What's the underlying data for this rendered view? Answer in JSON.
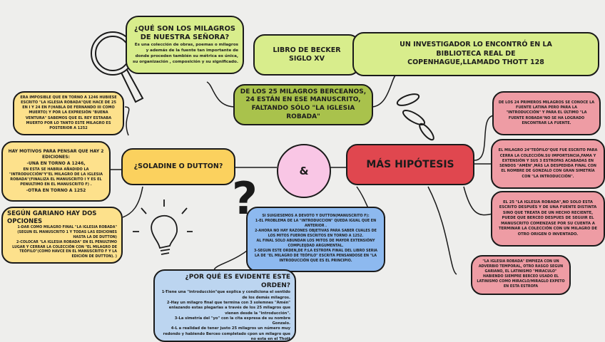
{
  "center": {
    "label": "&",
    "color": "#f9c6e5"
  },
  "soladine": {
    "label": "¿SOLADINE O DUTTON?",
    "color": "#fbd15e"
  },
  "hipotesis": {
    "label": "MÁS HIPÓTESIS",
    "color": "#e0474f"
  },
  "que_son": {
    "title": "¿QUÉ SON LOS MILAGROS DE NUESTRA SEÑORA?",
    "text": "Es una colección de obras, poemas o milagros y además de la fuente tan importante de donde proceden también su métrica es única, su organización , composición y su significado."
  },
  "becker": {
    "line1": "LIBRO DE BECKER",
    "line2": "SIGLO XV"
  },
  "investigador": {
    "text": "UN INVESTIGADOR LO ENCONTRÓ EN LA BIBLIOTECA REAL DE COPENHAGUE,LLAMADO THOTT 128"
  },
  "veinticinco": {
    "text": "DE LOS 25 MILAGROS BERCEANOS, 24 ESTÁN EN ESE MANUSCRITO, FALTANDO SÓLO \"LA IGLESIA ROBADA\""
  },
  "left": {
    "imposible": "ERA IMPOSIBLE QUE EN TORNO A 1246 HUBIESE ESCRITO \"LA IGLESIA ROBADA\"QUE HACE DE 25 EN I Y 24 EN F(HABLA DE FERNANDO III COMO MUERTO) Y POR LA EXPRESIÓN \"BUENA VENTURA\" SABEMOS QUE EL REY ESTAABA MUERTO POR LO TANTO ESTE MILAGRO ES POSTERIOR A 1252",
    "motivos": [
      "HAY MOTIVOS PARA PENSAR QUE HAY 2 EDICIONES:",
      "-UNA EN TORNO A 1246,",
      "EN ESTA SE HABRIA AÑADIDO LA \"INTRODUCCIÓN\"Y\"EL MILAGRO DE LA IGLESIA ROBADA\"(FINALIZA EL MANUSCRITO I Y ES EL PENULTIMO EN EL MANUSCRITO F) .",
      "-OTRA EN TORNO A 1252"
    ],
    "gariano_title": "SEGÚN GARIANO HAY DOS OPCIONES",
    "gariano_text": [
      "1-DAR COMO MILAGRO FINAL \"LA IGLESIA ROBADA\"(SEGUN EL MANUSCRITO 1 Y TODAS LAS EDICIONES HASTA LA DE DUTTON)",
      "2-COLOCAR \"LA IGLESIA ROBADA\" EN EL PENULTIMO LUGAR Y CERRAR LA COLECCIÓN CON \"EL MILAGRO DE TEÓFILO\"(COMO HAVCE EN EL MANUSCRITO F Y LA EDICIÓN DE DUTTON). )"
    ]
  },
  "blue": [
    "SI SUIGIESEMOS A DEVOTO Y DUTTON(MANUSCRITO F):",
    "1-EL PROBLEMA DE LA \"INTRODUCCION\" QUEDA IGUAL QUE EN ANTERIOR .",
    "2-AHORA NO HAY RAZONES OBJETIVAS PARA SABER CUALES DE LOS MITOS FUERON ESCRITOS EN TORNO A 1252.",
    "AL FINAL SOLO ABUNDAN LOS MITOS DE MAYOR EXTENSIÓNY COMPLEIJDAD ARGUMENTAL.",
    "3-SEGUN ESTE ORDEN,DE F:LA ESTROFA FINAL DEL LIBRO SERIA LA DE \"EL MILAGRO DE TEÓFILO\" ESCRITA PENSANDOSE EN \"LA INTRODUCCIÓN QUE ES EL PRINCIPIO."
  ],
  "orden": {
    "title": "¿POR QUÉ ES EVIDENTE ESTE ORDEN?",
    "items": [
      "1-Tiene una \"introducción\"que explica y condiciona el sentido de los demás milagros.",
      "2-Hay un milagro final que termina con 3 solemnes \"Amén\" enlazando estas plegarias a través de los 25 milagros que vienen desde la \"introducción\".",
      "3-La simetría del \"yo\" con la cita expresa de su nombre Gonzalo.",
      "4-L a realidad de tener justo 25 milagros un número muy redondo y habiendo Berceo completado cpon un milagro que no esta en el Thott"
    ]
  },
  "right": [
    "DE LOS 24 PRIMEROS MILAGROS SE CONOCE LA FUENTE LATINA PERO PARA LA \"INTRODUCCIÓN\" Y PARA EL ÚLTIMO \"LA FUENTE ROBADA\"NO SE HA LOGRADO ENCONTRAR LA FUENTE.",
    "EL MILAGRO 24\"TEÓFILO\"QUE FUE ESCRITO PARA CERRA LA COLECCIÓN.SU IMPORTSNCIA,FAMA Y EXTENSIÓN Y SUS 3 ESTROFAS ACABADAS EN SENDOS \"AMÉN\",MÁS LA DESPEDIDA FINAL CON EL NOMBRE DE GONZALO CON GRAN SIMETRÍA CON \"LA INTRODUCCIÓN\".",
    "EL 25 \"LA IGLESIA ROBADA\",NO SOLO ESTA ESCRITO DESPUÉS Y DE UNA FUENTE DISTINTA SINO QUE TREATA DE UN HECHO RECIENTE, PUEDE QUE BERCEO DESPUES DE SEGUIR EL MANUSCRITO COMENZASE POR SU CUENTA A TERMINAR LA COLECCIÓN CON UN MILAGRO DE OTRO ORIGEN O INVENTADO.",
    "\"LA IGLESIA ROBADA\" EMPIEZA CON UN ADVERBIO TEMPORAL, OTRO RASGO SEGUN GARIANO, EL LATINISMO \"MIRACULO\" HABIENDO SIEMPRE BERCEO USADO EL LATINISMO COMO MIRACLO/MIRAGLO EXPETO EN ESTA ESTROFA"
  ]
}
